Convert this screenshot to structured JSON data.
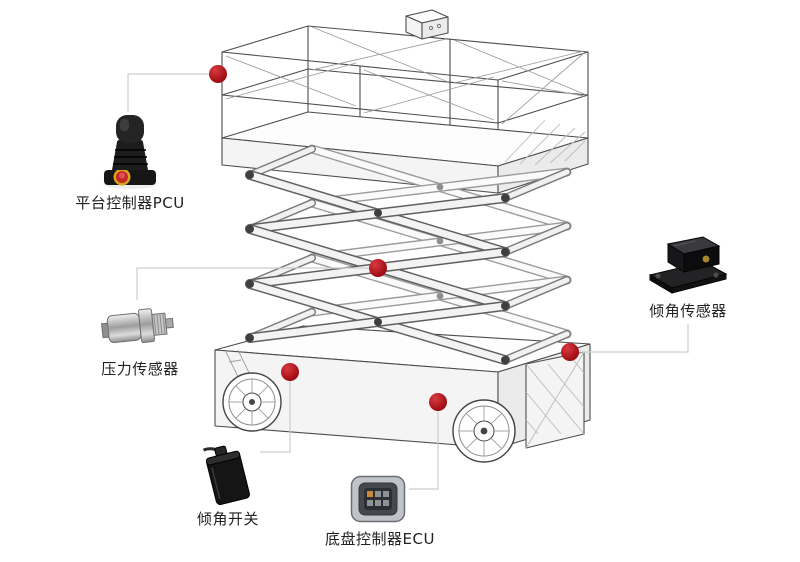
{
  "figure": {
    "type": "component-callout-diagram",
    "subject": "scissor-lift-wireframe",
    "accent_color": "#b01218",
    "line_color": "#cdcdcd",
    "callouts": [
      {
        "id": "pcu",
        "label": "平台控制器PCU",
        "icon": "joystick-controller"
      },
      {
        "id": "pressure",
        "label": "压力传感器",
        "icon": "pressure-sensor"
      },
      {
        "id": "tilt-sensor",
        "label": "倾角传感器",
        "icon": "tilt-sensor-module"
      },
      {
        "id": "tilt-switch",
        "label": "倾角开关",
        "icon": "tilt-switch"
      },
      {
        "id": "ecu",
        "label": "底盘控制器ECU",
        "icon": "ecu-module"
      }
    ]
  }
}
